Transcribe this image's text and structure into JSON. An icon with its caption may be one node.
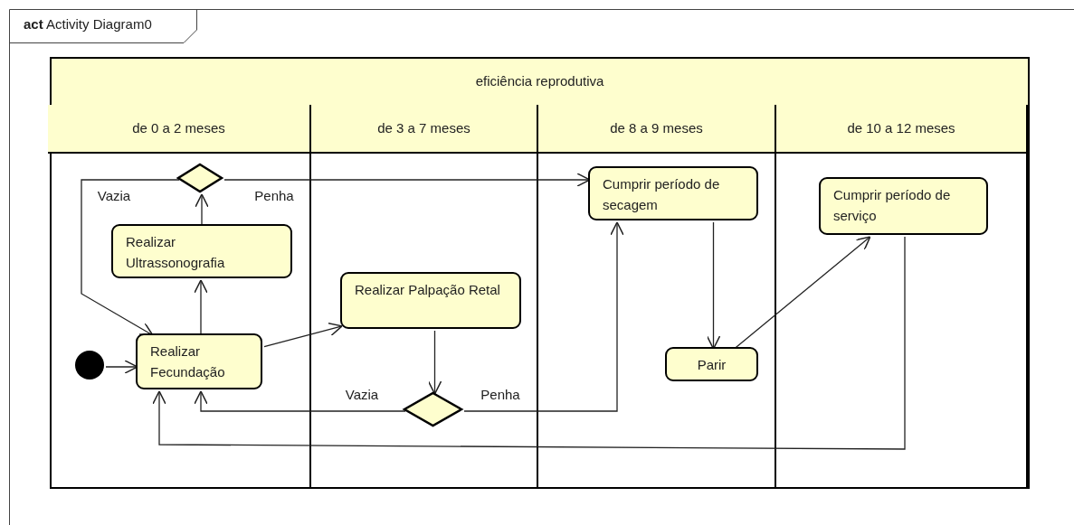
{
  "diagram": {
    "title": "**act** Activity Diagram0",
    "nodes": [
      {
        "text": [
          "eficiência reprodutiva"
        ]
      },
      {
        "text": [
          "de 0 a 2 meses"
        ],
        "in": 0
      },
      {
        "text": [
          "de 3 a 7 meses"
        ],
        "in": 0
      },
      {
        "text": [
          "de 8 a 9 meses"
        ],
        "in": 0
      },
      {
        "text": [
          "de 10 a 12 meses"
        ],
        "in": 0
      },
      {
        "text": [],
        "shape": "circle",
        "in": 1
      },
      {
        "text": [
          "Realizar Fecundação"
        ],
        "in": 1
      },
      {
        "text": [
          "Realizar Ultrassonografia"
        ],
        "in": 1
      },
      {
        "text": [],
        "shape": "diamond",
        "in": 1
      },
      {
        "text": [
          "Realizar Palpação Retal"
        ],
        "in": 2
      },
      {
        "text": [],
        "shape": "diamond",
        "in": 2
      },
      {
        "text": [
          "Cumprir período de secagem"
        ],
        "in": 3
      },
      {
        "text": [
          "Parir"
        ],
        "in": 3
      },
      {
        "text": [
          "Cumprir período de serviço"
        ],
        "in": 4
      }
    ],
    "edges": [
      {
        "from": 5,
        "to": 6,
        "arrow": "to"
      },
      {
        "from": 6,
        "to": 7,
        "arrow": "to"
      },
      {
        "from": 7,
        "to": 8,
        "arrow": "to"
      },
      {
        "from": 8,
        "to": 6,
        "arrow": "to",
        "label": "Vazia"
      },
      {
        "from": 8,
        "to": 11,
        "arrow": "to",
        "label": "Penha"
      },
      {
        "from": 6,
        "to": 9,
        "arrow": "to"
      },
      {
        "from": 9,
        "to": 10,
        "arrow": "to"
      },
      {
        "from": 10,
        "to": 6,
        "arrow": "to",
        "label": "Vazia"
      },
      {
        "from": 10,
        "to": 11,
        "arrow": "to",
        "label": "Penha"
      },
      {
        "from": 11,
        "to": 12,
        "arrow": "to"
      },
      {
        "from": 12,
        "to": 13,
        "arrow": "to"
      },
      {
        "from": 13,
        "to": 6,
        "arrow": "to"
      }
    ]
  }
}
